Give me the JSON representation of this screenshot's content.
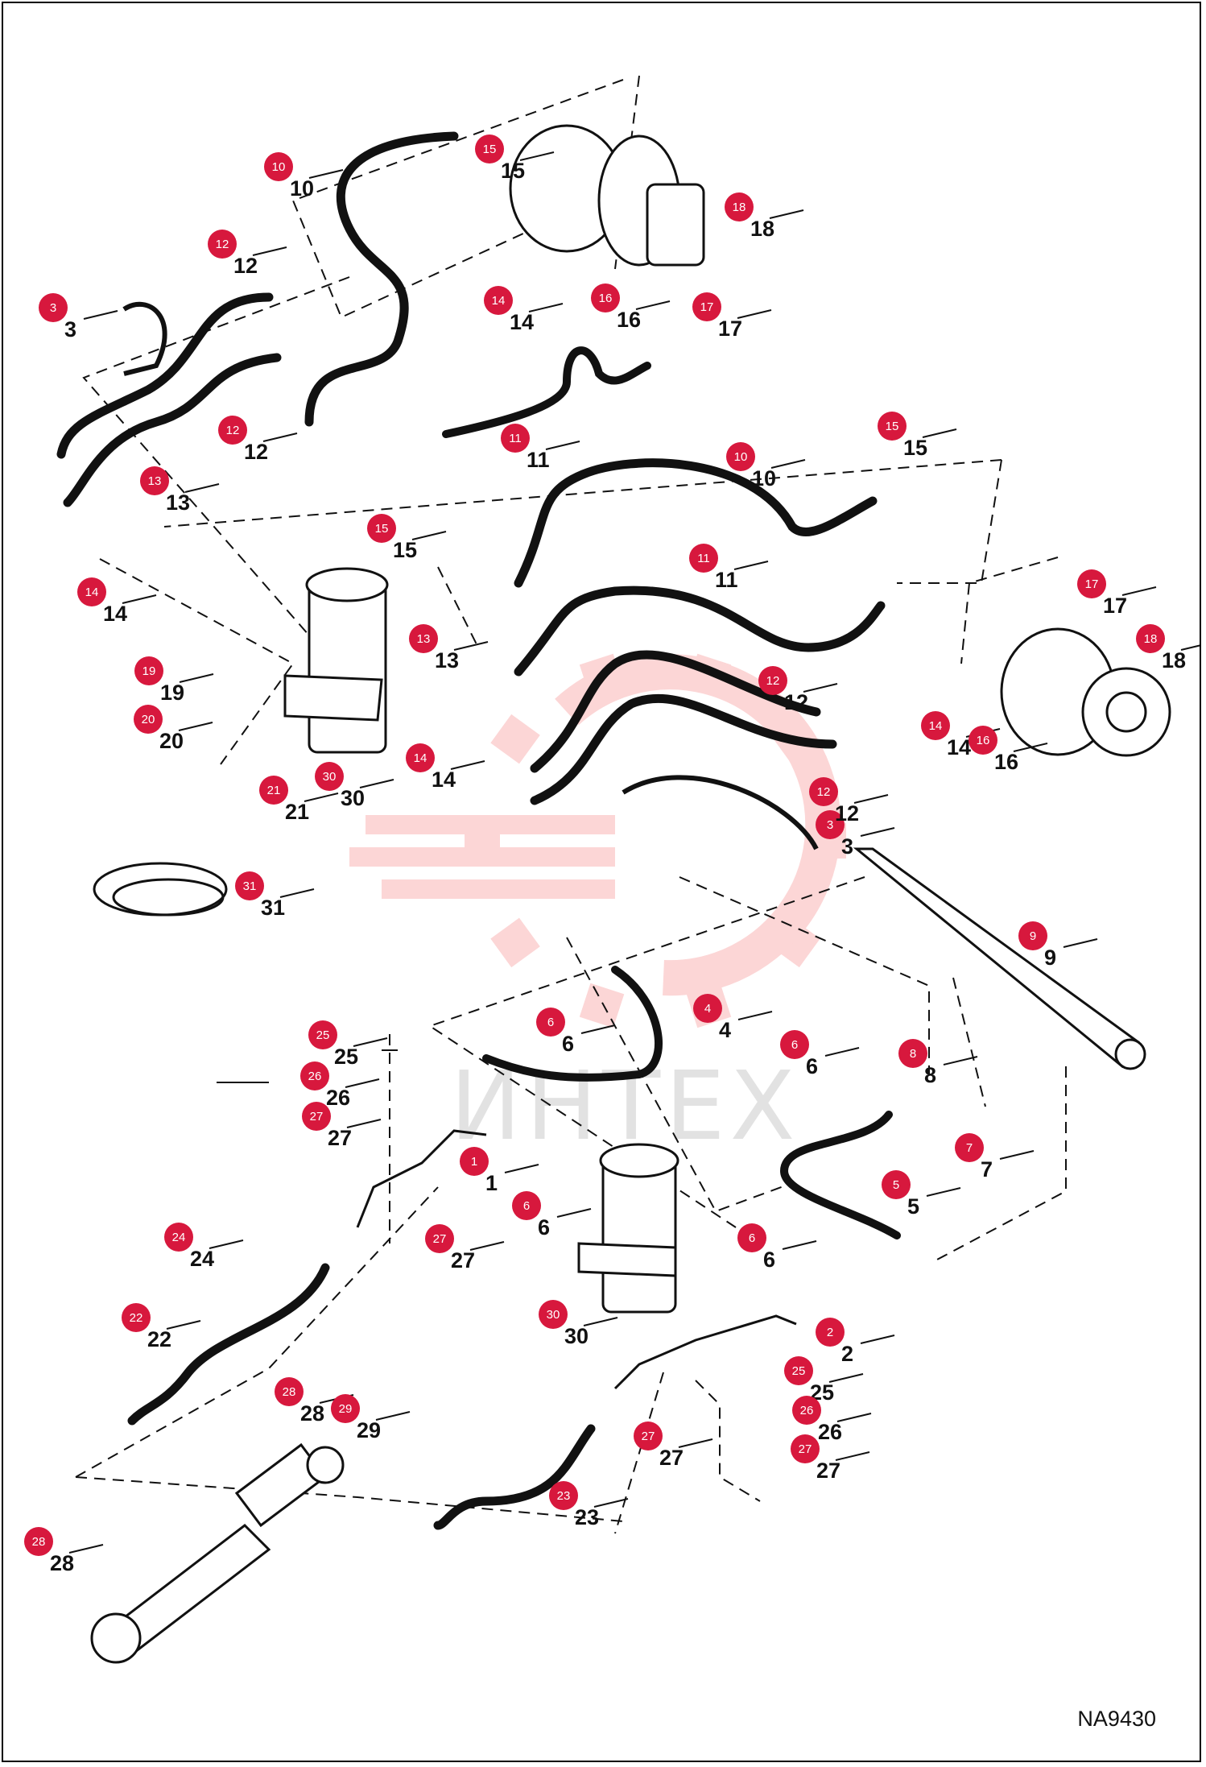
{
  "diagram": {
    "code": "NA9430",
    "watermark_text": "ИНТЕХ",
    "colors": {
      "badge": "#d7183d",
      "line": "#111111",
      "watermark": "#f26b6b",
      "watermark_text": "#e2e2e2"
    },
    "callouts": [
      {
        "badge": "1",
        "label": "1"
      },
      {
        "badge": "2",
        "label": "2"
      },
      {
        "badge": "3",
        "label": "3"
      },
      {
        "badge": "3",
        "label": "3"
      },
      {
        "badge": "4",
        "label": "4"
      },
      {
        "badge": "5",
        "label": "5"
      },
      {
        "badge": "6",
        "label": "6"
      },
      {
        "badge": "6",
        "label": "6"
      },
      {
        "badge": "6",
        "label": "6"
      },
      {
        "badge": "6",
        "label": "6"
      },
      {
        "badge": "7",
        "label": "7"
      },
      {
        "badge": "8",
        "label": "8"
      },
      {
        "badge": "9",
        "label": "9"
      },
      {
        "badge": "10",
        "label": "10"
      },
      {
        "badge": "10",
        "label": "10"
      },
      {
        "badge": "11",
        "label": "11"
      },
      {
        "badge": "11",
        "label": "11"
      },
      {
        "badge": "12",
        "label": "12"
      },
      {
        "badge": "12",
        "label": "12"
      },
      {
        "badge": "12",
        "label": "12"
      },
      {
        "badge": "12",
        "label": "12"
      },
      {
        "badge": "13",
        "label": "13"
      },
      {
        "badge": "13",
        "label": "13"
      },
      {
        "badge": "14",
        "label": "14"
      },
      {
        "badge": "14",
        "label": "14"
      },
      {
        "badge": "14",
        "label": "14"
      },
      {
        "badge": "14",
        "label": "14"
      },
      {
        "badge": "15",
        "label": "15"
      },
      {
        "badge": "15",
        "label": "15"
      },
      {
        "badge": "15",
        "label": "15"
      },
      {
        "badge": "16",
        "label": "16"
      },
      {
        "badge": "16",
        "label": "16"
      },
      {
        "badge": "17",
        "label": "17"
      },
      {
        "badge": "17",
        "label": "17"
      },
      {
        "badge": "18",
        "label": "18"
      },
      {
        "badge": "18",
        "label": "18"
      },
      {
        "badge": "19",
        "label": "19"
      },
      {
        "badge": "20",
        "label": "20"
      },
      {
        "badge": "21",
        "label": "21"
      },
      {
        "badge": "22",
        "label": "22"
      },
      {
        "badge": "23",
        "label": "23"
      },
      {
        "badge": "24",
        "label": "24"
      },
      {
        "badge": "25",
        "label": "25"
      },
      {
        "badge": "25",
        "label": "25"
      },
      {
        "badge": "26",
        "label": "26"
      },
      {
        "badge": "26",
        "label": "26"
      },
      {
        "badge": "27",
        "label": "27"
      },
      {
        "badge": "27",
        "label": "27"
      },
      {
        "badge": "27",
        "label": "27"
      },
      {
        "badge": "27",
        "label": "27"
      },
      {
        "badge": "28",
        "label": "28"
      },
      {
        "badge": "28",
        "label": "28"
      },
      {
        "badge": "29",
        "label": "29"
      },
      {
        "badge": "30",
        "label": "30"
      },
      {
        "badge": "30",
        "label": "30"
      },
      {
        "badge": "31",
        "label": "31"
      }
    ]
  }
}
